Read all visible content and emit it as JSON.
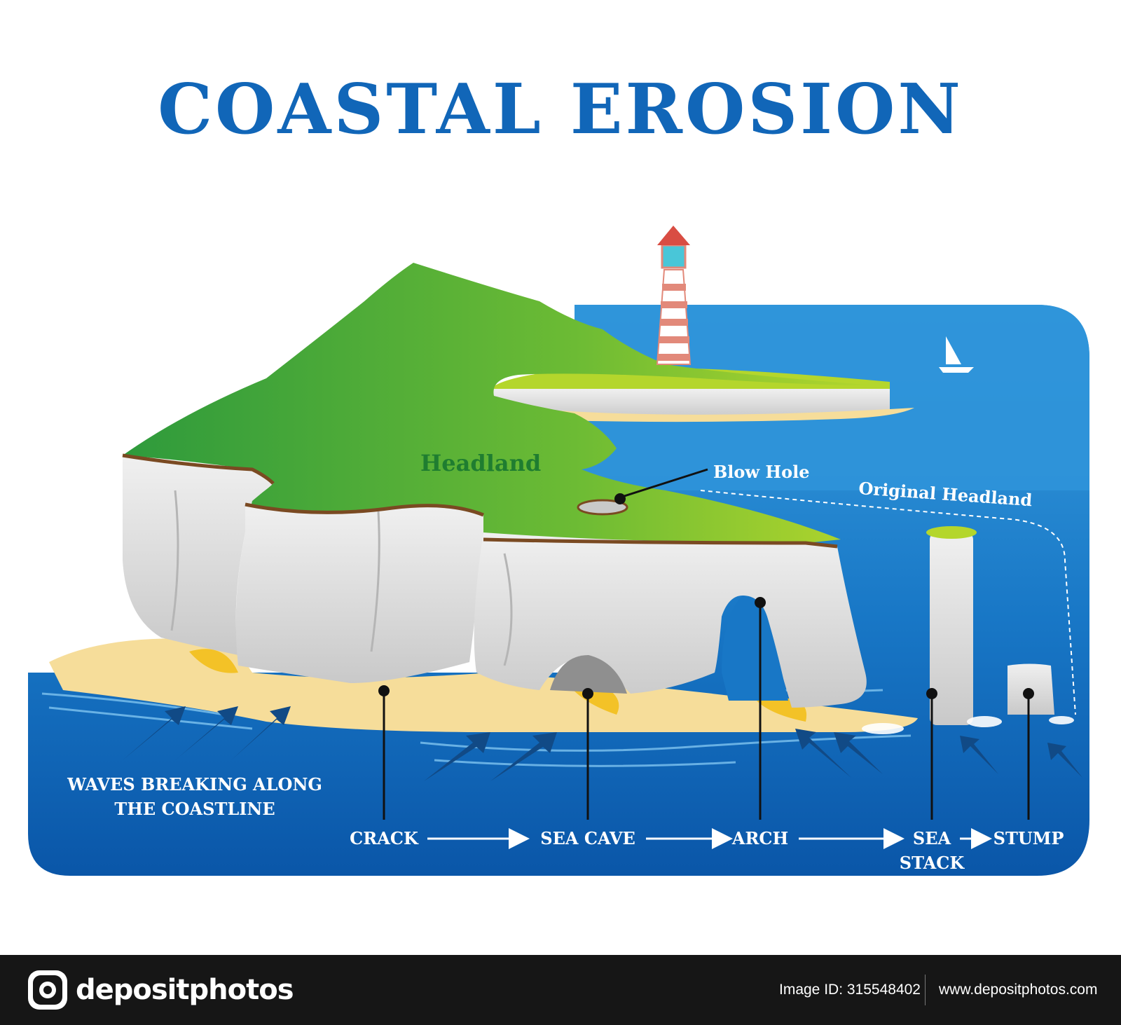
{
  "title": "COASTAL EROSION",
  "labels": {
    "headland": "Headland",
    "blow_hole": "Blow Hole",
    "original_headland": "Original Headland",
    "waves_line1": "WAVES BREAKING ALONG",
    "waves_line2": "THE COASTLINE",
    "crack": "CRACK",
    "sea_cave": "SEA CAVE",
    "arch": "ARCH",
    "sea_stack_line1": "SEA",
    "sea_stack_line2": "STACK",
    "stump": "STUMP"
  },
  "footer": {
    "brand": "depositphotos",
    "image_id": "Image ID: 315548402",
    "site": "www.depositphotos.com"
  },
  "colors": {
    "title": "#1166b8",
    "sea_deep": "#0a56a8",
    "sea_light": "#2e8fd6",
    "grass": "#3fa53a",
    "cliff": "#dcdcdc",
    "sand": "#f6dd9a",
    "footer": "#161616"
  }
}
